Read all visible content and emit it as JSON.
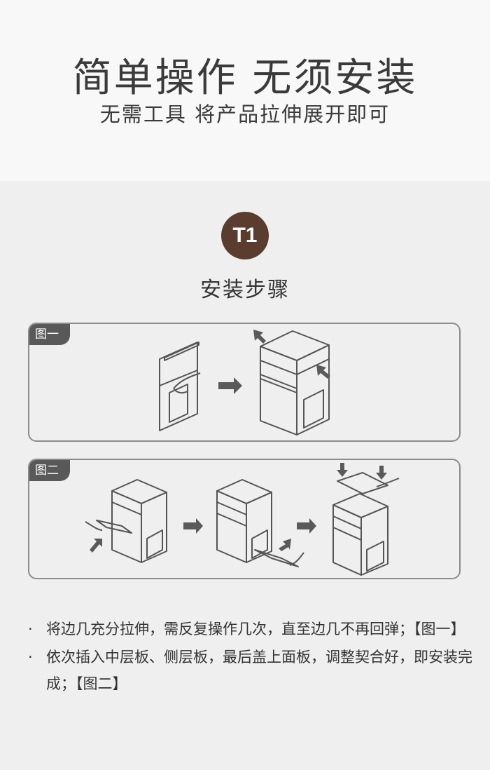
{
  "header": {
    "title": "简单操作 无须安装",
    "subtitle": "无需工具 将产品拉伸展开即可"
  },
  "section": {
    "badge": "T1",
    "title": "安装步骤"
  },
  "figures": [
    {
      "tag": "图一"
    },
    {
      "tag": "图二"
    }
  ],
  "notes": [
    {
      "bullet": "·",
      "text": "将边几充分拉伸，需反复操作几次，直至边几不再回弹；【图一】"
    },
    {
      "bullet": "·",
      "text": "依次插入中层板、侧层板，最后盖上面板，调整契合好，即安装完成；【图二】"
    }
  ],
  "colors": {
    "badge": "#5b3d2f",
    "tag": "#595959",
    "line": "#555555",
    "arrow": "#5a5a5a"
  },
  "icons": {
    "step_arrow": "right-arrow-icon",
    "move_arrow": "move-arrow-icon"
  }
}
